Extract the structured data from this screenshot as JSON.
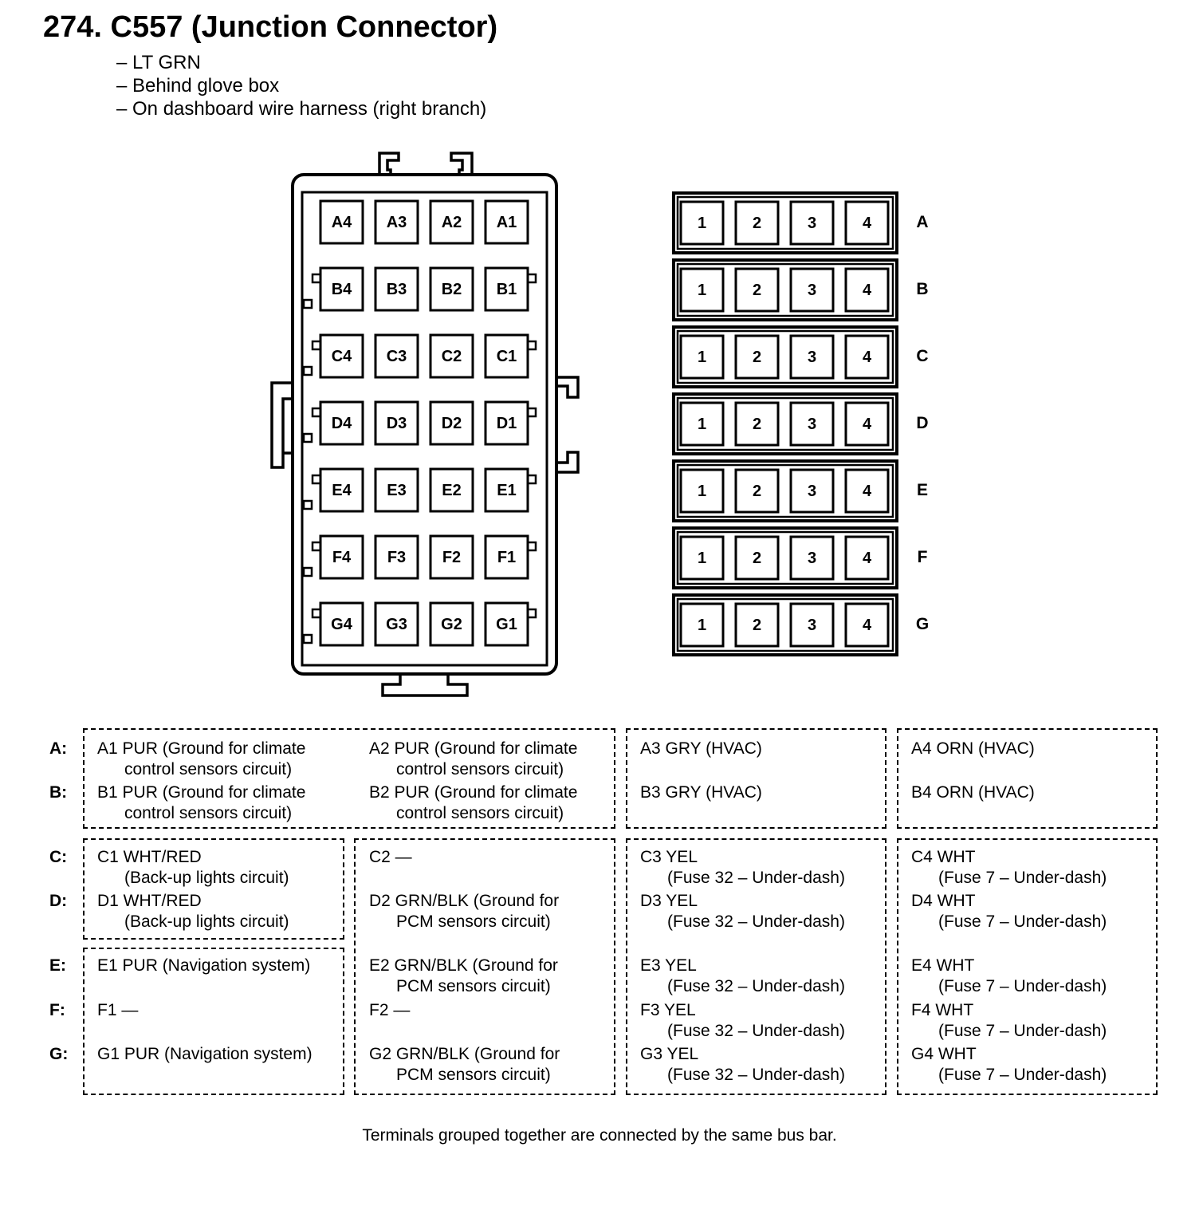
{
  "title": "274. C557 (Junction Connector)",
  "specs": [
    "– LT GRN",
    "– Behind glove box",
    "– On dashboard wire harness (right branch)"
  ],
  "connector_face": {
    "rows": [
      [
        "A4",
        "A3",
        "A2",
        "A1"
      ],
      [
        "B4",
        "B3",
        "B2",
        "B1"
      ],
      [
        "C4",
        "C3",
        "C2",
        "C1"
      ],
      [
        "D4",
        "D3",
        "D2",
        "D1"
      ],
      [
        "E4",
        "E3",
        "E2",
        "E1"
      ],
      [
        "F4",
        "F3",
        "F2",
        "F1"
      ],
      [
        "G4",
        "G3",
        "G2",
        "G1"
      ]
    ]
  },
  "bus_grid": {
    "columns": [
      "1",
      "2",
      "3",
      "4"
    ],
    "rows": [
      "A",
      "B",
      "C",
      "D",
      "E",
      "F",
      "G"
    ]
  },
  "row_labels": [
    "A:",
    "B:",
    "C:",
    "D:",
    "E:",
    "F:",
    "G:"
  ],
  "terminals": {
    "A1": [
      "A1 PUR (Ground for climate",
      "control sensors circuit)"
    ],
    "A2": [
      "A2 PUR (Ground for climate",
      "control sensors circuit)"
    ],
    "A3": [
      "A3 GRY (HVAC)"
    ],
    "A4": [
      "A4 ORN (HVAC)"
    ],
    "B1": [
      "B1 PUR (Ground for climate",
      "control sensors circuit)"
    ],
    "B2": [
      "B2 PUR (Ground for climate",
      "control sensors circuit)"
    ],
    "B3": [
      "B3 GRY (HVAC)"
    ],
    "B4": [
      "B4 ORN (HVAC)"
    ],
    "C1": [
      "C1 WHT/RED",
      "(Back-up lights circuit)"
    ],
    "C2": [
      "C2 —"
    ],
    "C3": [
      "C3 YEL",
      "(Fuse 32 – Under-dash)"
    ],
    "C4": [
      "C4 WHT",
      "(Fuse 7 – Under-dash)"
    ],
    "D1": [
      "D1 WHT/RED",
      "(Back-up lights circuit)"
    ],
    "D2": [
      "D2 GRN/BLK (Ground for",
      "PCM sensors circuit)"
    ],
    "D3": [
      "D3 YEL",
      "(Fuse 32 – Under-dash)"
    ],
    "D4": [
      "D4 WHT",
      "(Fuse 7 – Under-dash)"
    ],
    "E1": [
      "E1 PUR (Navigation system)"
    ],
    "E2": [
      "E2 GRN/BLK (Ground for",
      "PCM sensors circuit)"
    ],
    "E3": [
      "E3 YEL",
      "(Fuse 32 – Under-dash)"
    ],
    "E4": [
      "E4 WHT",
      "(Fuse 7 – Under-dash)"
    ],
    "F1": [
      "F1 —"
    ],
    "F2": [
      "F2 —"
    ],
    "F3": [
      "F3 YEL",
      "(Fuse 32 – Under-dash)"
    ],
    "F4": [
      "F4 WHT",
      "(Fuse 7 – Under-dash)"
    ],
    "G1": [
      "G1 PUR (Navigation system)"
    ],
    "G2": [
      "G2 GRN/BLK (Ground for",
      "PCM sensors circuit)"
    ],
    "G3": [
      "G3 YEL",
      "(Fuse 32 – Under-dash)"
    ],
    "G4": [
      "G4 WHT",
      "(Fuse 7 – Under-dash)"
    ]
  },
  "note": "Terminals grouped together are connected by the same bus bar."
}
